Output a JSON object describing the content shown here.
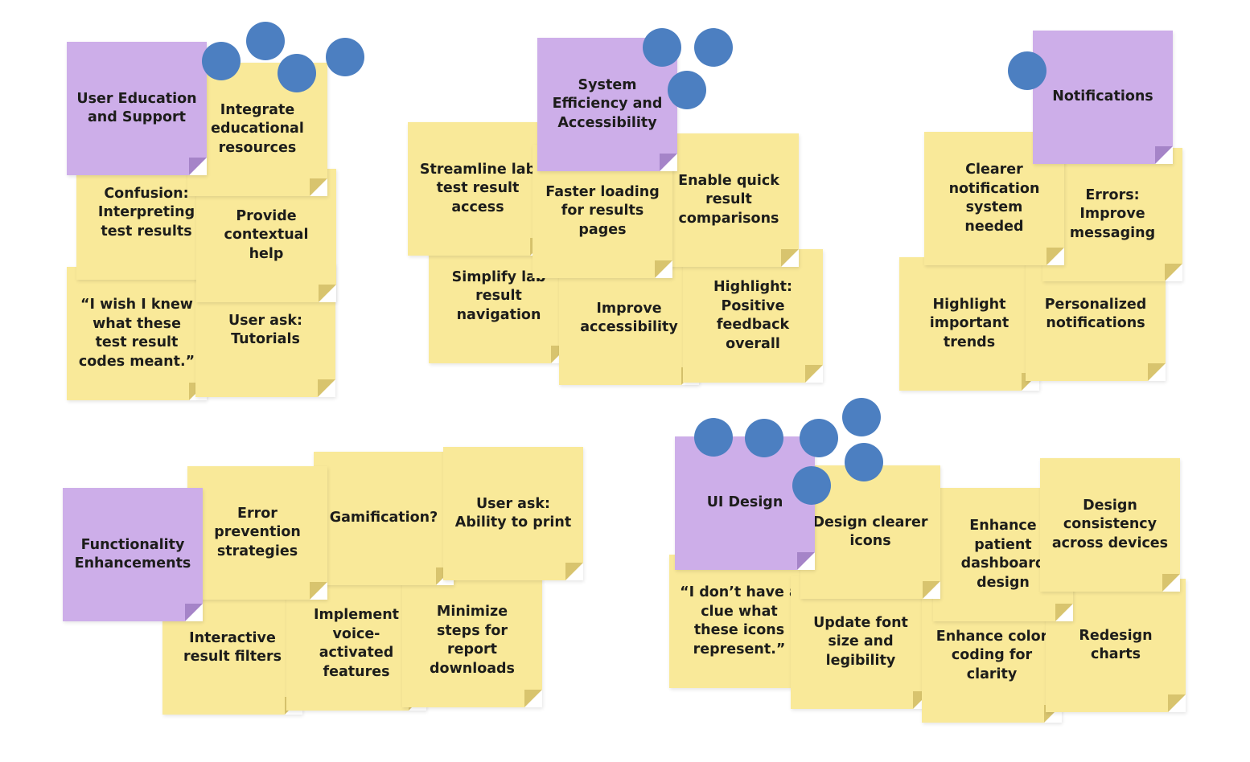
{
  "board": {
    "user_education": {
      "header": "User Education\nand Support",
      "integrate": "Integrate\neducational\nresources",
      "confusion": "Confusion:\nInterpreting\ntest results",
      "contextual": "Provide\ncontextual\nhelp",
      "quote": "“I wish I knew\nwhat these\ntest result\ncodes meant.”",
      "tutorials": "User ask:\nTutorials"
    },
    "system_efficiency": {
      "header": "System\nEfficiency and\nAccessibility",
      "streamline": "Streamline lab\ntest result\naccess",
      "faster": "Faster loading\nfor results\npages",
      "compare": "Enable quick\nresult\ncomparisons",
      "simplify": "Simplify lab\nresult\nnavigation",
      "accessibility": "Improve\naccessibility",
      "positive": "Highlight:\nPositive\nfeedback\noverall"
    },
    "notifications": {
      "header": "Notifications",
      "clearer": "Clearer\nnotification\nsystem\nneeded",
      "errors": "Errors:\nImprove\nmessaging",
      "trends": "Highlight\nimportant\ntrends",
      "personalized": "Personalized\nnotifications"
    },
    "functionality": {
      "header": "Functionality\nEnhancements",
      "error_prevention": "Error\nprevention\nstrategies",
      "gamification": "Gamification?",
      "print": "User ask:\nAbility to print",
      "filters": "Interactive\nresult filters",
      "voice": "Implement\nvoice-\nactivated\nfeatures",
      "downloads": "Minimize\nsteps for\nreport\ndownloads"
    },
    "ui_design": {
      "header": "UI Design",
      "icons": "Design clearer\nicons",
      "dashboard": "Enhance\npatient\ndashboard\ndesign",
      "consistency": "Design\nconsistency\nacross devices",
      "quote": "“I don’t have a\nclue what\nthese icons\nrepresent.”",
      "font": "Update font\nsize and\nlegibility",
      "color": "Enhance color\ncoding for\nclarity",
      "charts": "Redesign\ncharts"
    }
  },
  "colors": {
    "sticky_yellow": "#f9e999",
    "header_purple": "#cdaee9",
    "vote_dot_blue": "#4c7fc1"
  }
}
